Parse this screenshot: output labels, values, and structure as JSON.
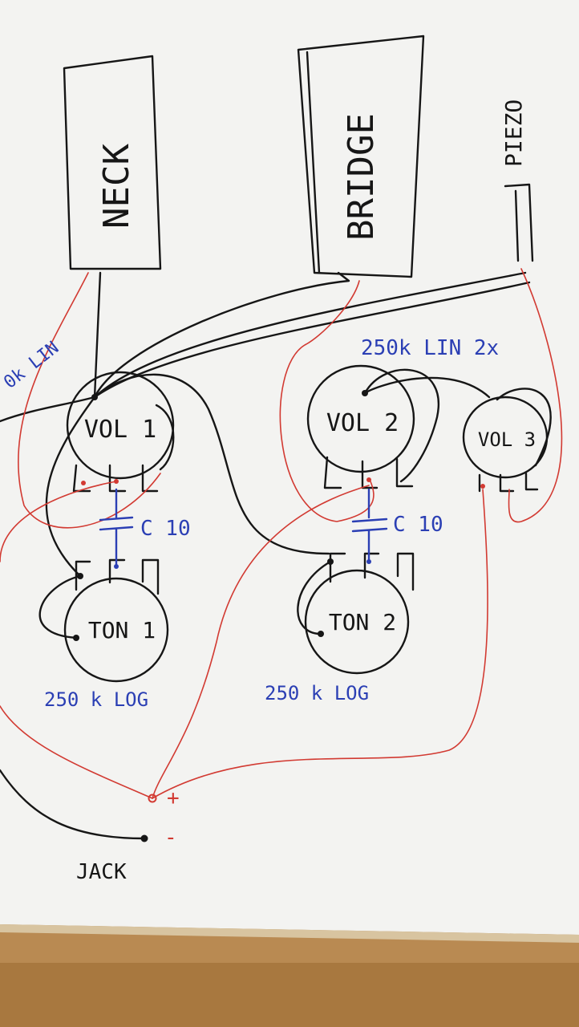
{
  "colors": {
    "ink": "#161616",
    "red_wire": "#d23a32",
    "blue_ink": "#2b3fb4",
    "paper": "#f3f3f1",
    "table": "#b98a52"
  },
  "pickups": {
    "neck": "NECK",
    "bridge": "BRIDGE",
    "piezo": "PIEZO"
  },
  "pots": {
    "vol1": "VOL 1",
    "vol2": "VOL 2",
    "vol3": "VOL 3",
    "ton1": "TON 1",
    "ton2": "TON 2"
  },
  "caps": {
    "c1": "C 10",
    "c2": "C 10"
  },
  "values": {
    "lin_left": "0k LIN",
    "lin_right": "250k LIN 2x",
    "log_left": "250 k LOG",
    "log_right": "250 k LOG"
  },
  "jack": {
    "label": "JACK",
    "plus": "+",
    "minus": "-"
  }
}
